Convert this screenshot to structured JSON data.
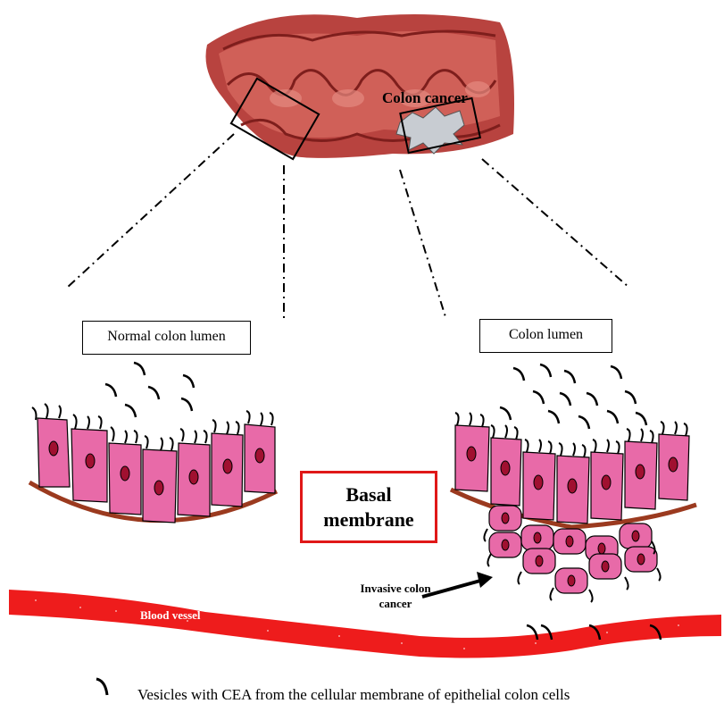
{
  "labels": {
    "colon_cancer": "Colon cancer",
    "normal_lumen": "Normal colon lumen",
    "colon_lumen": "Colon lumen",
    "basal_line1": "Basal",
    "basal_line2": "membrane",
    "invasive_line1": "Invasive colon",
    "invasive_line2": "cancer",
    "blood_vessel": "Blood vessel",
    "legend": "Vesicles with CEA from the cellular membrane of epithelial colon cells"
  },
  "colors": {
    "cell": "#e86aa8",
    "nucleus": "#a01030",
    "membrane": "#9b3a1f",
    "vessel": "#ee1c1c",
    "basal_border": "#e01818"
  }
}
